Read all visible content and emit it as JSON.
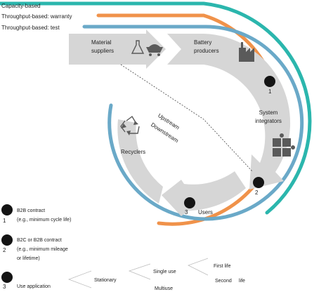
{
  "colors": {
    "capacity_based": "#2bb6ad",
    "throughput_warranty": "#f0924a",
    "throughput_test": "#6aa9c8",
    "flow_arrow": "#d6d6d6",
    "icon": "#5a5a5a"
  },
  "legend_lines": [
    {
      "label": "Capacity-based",
      "color_key": "capacity_based"
    },
    {
      "label": "Throughput-based: warranty",
      "color_key": "throughput_warranty"
    },
    {
      "label": "Throughput-based: test",
      "color_key": "throughput_test"
    }
  ],
  "actors": {
    "material_suppliers": {
      "line1": "Material",
      "line2": "suppliers",
      "icon": "chemistry-mining-icon"
    },
    "battery_producers": {
      "line1": "Battery",
      "line2": "producers",
      "icon": "factory-icon"
    },
    "system_integrators": {
      "line1": "System",
      "line2": "integrators",
      "icon": "puzzle-icon"
    },
    "users": {
      "label": "Users"
    },
    "recyclers": {
      "label": "Recyclers",
      "icon": "recycle-icon"
    }
  },
  "flow_labels": {
    "upstream": "Upstream",
    "downstream": "Downstream"
  },
  "markers": {
    "one": "1",
    "two": "2",
    "three": "3"
  },
  "key": [
    {
      "num": "1",
      "line1": "B2B contract",
      "line2": "(e.g., minimum cycle life)",
      "line3": ""
    },
    {
      "num": "2",
      "line1": "B2C or B2B contract",
      "line2": "(e.g., minimum mileage",
      "line3": "or lifetime)"
    },
    {
      "num": "3",
      "line1": "",
      "line2": "Use application",
      "line3": ""
    }
  ],
  "tree": {
    "stationary": "Stationary",
    "single_use": "Single use",
    "multiuse": "Multiuse",
    "first_life": "First life",
    "second_life_a": "Second",
    "second_life_b": "life"
  }
}
